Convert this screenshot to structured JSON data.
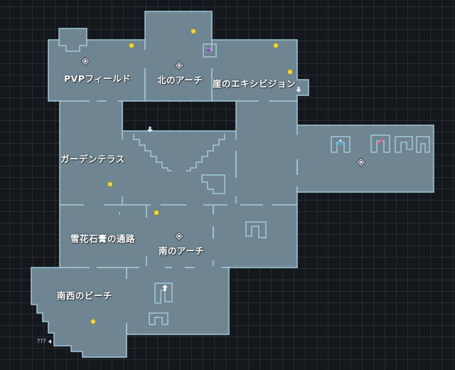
{
  "map": {
    "rooms": [
      {
        "id": "pvp-field",
        "label": "PVPフィールド"
      },
      {
        "id": "north-arch",
        "label": "北のアーチ"
      },
      {
        "id": "cliff-exhibition",
        "label": "崖のエキシビジョン"
      },
      {
        "id": "garden-terrace",
        "label": "ガーデンテラス"
      },
      {
        "id": "snow-path",
        "label": "雪花石膏の通路"
      },
      {
        "id": "south-arch",
        "label": "南のアーチ"
      },
      {
        "id": "southwest-beach",
        "label": "南西のビーチ"
      }
    ],
    "offmap_label": "???",
    "colors": {
      "floor": "#6f8592",
      "wall": "#a4c8d8",
      "background": "#14181c",
      "grid": "#262c31",
      "npc_marker": "#e8d44a",
      "sword": "#e05a8a"
    },
    "icons": [
      "waypoint-diamond-icon",
      "npc-face-icon",
      "down-arrow-icon",
      "up-arrow-icon",
      "potion-icon",
      "sword-icon",
      "pet-icon"
    ]
  }
}
